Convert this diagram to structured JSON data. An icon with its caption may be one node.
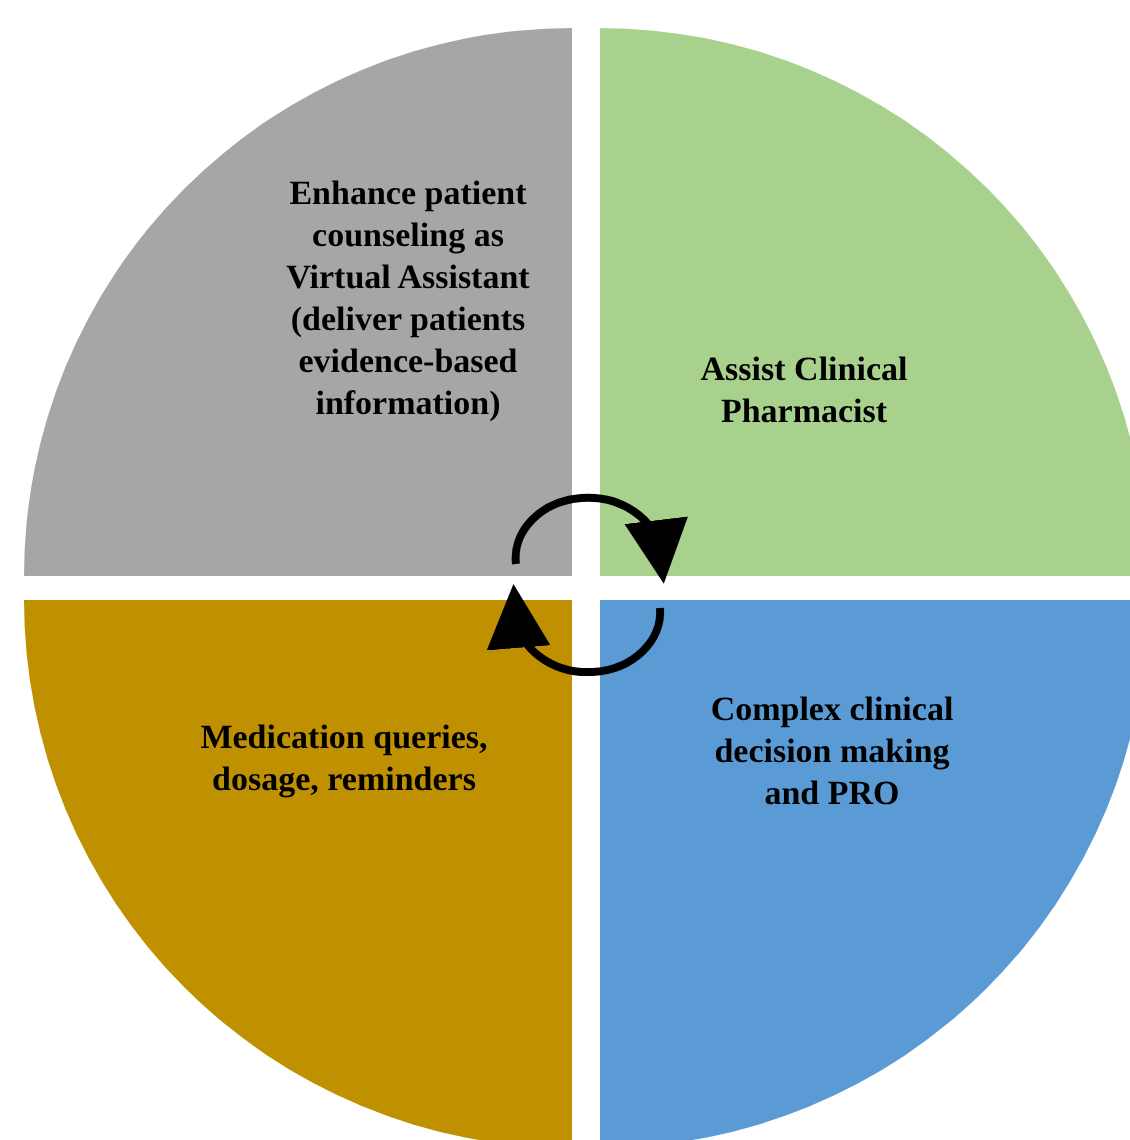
{
  "diagram": {
    "nodes": [
      {
        "text": [
          "Enhance patient counseling as Virtual Assistant (deliver patients evidence-based information)"
        ]
      },
      {
        "text": [
          "Assist Clinical Pharmacist"
        ]
      },
      {
        "text": [
          "Medication queries, dosage, reminders"
        ]
      },
      {
        "text": [
          "Complex clinical decision making and PRO"
        ]
      }
    ],
    "edges": [
      {
        "from": 0,
        "to": 1,
        "arrow": "to"
      },
      {
        "from": 3,
        "to": 2,
        "arrow": "to"
      }
    ]
  }
}
